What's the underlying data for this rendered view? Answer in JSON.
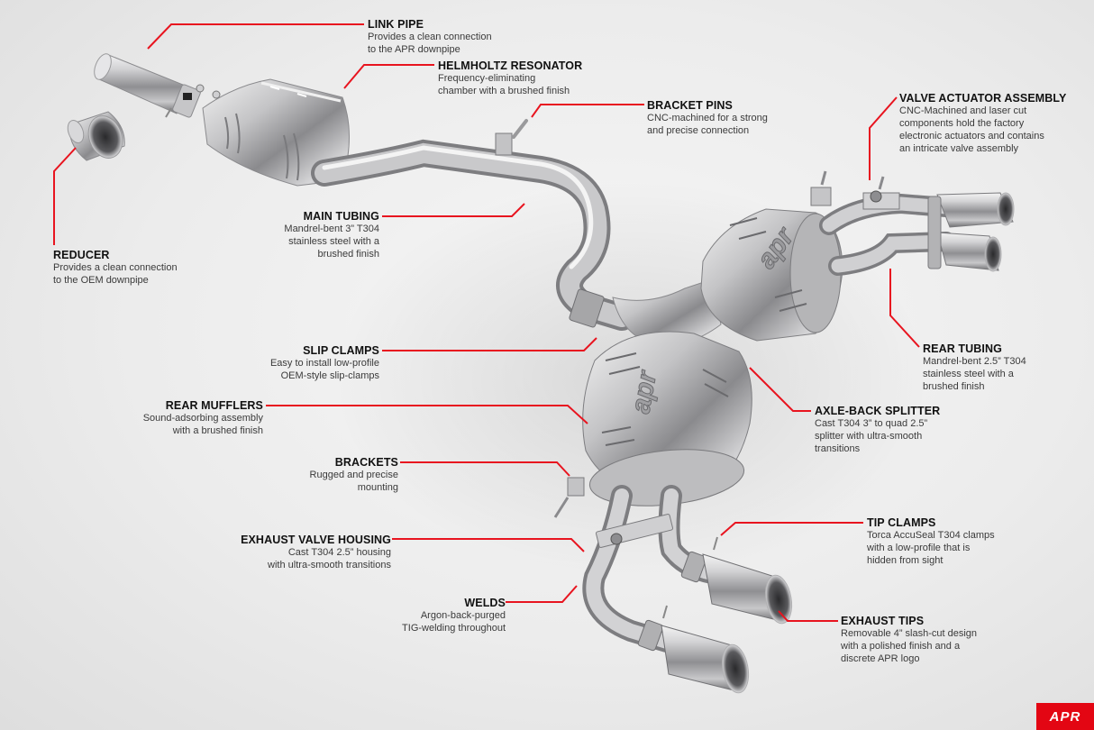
{
  "diagram": {
    "subject": "APR cat-back exhaust system exploded component diagram",
    "accent_color": "#e8141f",
    "metal_color": "#b9b9bb",
    "background_color": "#ececec"
  },
  "callouts": [
    {
      "id": "link-pipe",
      "title": "LINK PIPE",
      "lines": [
        "Provides a clean connection",
        "to the APR downpipe"
      ]
    },
    {
      "id": "helmholtz-resonator",
      "title": "HELMHOLTZ RESONATOR",
      "lines": [
        "Frequency-eliminating",
        "chamber with a brushed finish"
      ]
    },
    {
      "id": "bracket-pins",
      "title": "BRACKET PINS",
      "lines": [
        "CNC-machined for a strong",
        "and precise connection"
      ]
    },
    {
      "id": "valve-actuator-assembly",
      "title": "VALVE ACTUATOR ASSEMBLY",
      "lines": [
        "CNC-Machined and laser cut",
        "components hold the factory",
        "electronic actuators and contains",
        "an intricate valve assembly"
      ]
    },
    {
      "id": "reducer",
      "title": "REDUCER",
      "lines": [
        "Provides a clean connection",
        "to the OEM downpipe"
      ]
    },
    {
      "id": "main-tubing",
      "title": "MAIN TUBING",
      "lines": [
        "Mandrel-bent 3” T304",
        "stainless steel with a",
        "brushed finish"
      ]
    },
    {
      "id": "slip-clamps",
      "title": "SLIP CLAMPS",
      "lines": [
        "Easy to install low-profile",
        "OEM-style slip-clamps"
      ]
    },
    {
      "id": "rear-tubing",
      "title": "REAR TUBING",
      "lines": [
        "Mandrel-bent 2.5” T304",
        "stainless steel with a",
        "brushed finish"
      ]
    },
    {
      "id": "rear-mufflers",
      "title": "REAR MUFFLERS",
      "lines": [
        "Sound-adsorbing assembly",
        "with a brushed finish"
      ]
    },
    {
      "id": "axle-back-splitter",
      "title": "AXLE-BACK SPLITTER",
      "lines": [
        "Cast T304 3” to quad 2.5”",
        "splitter with ultra-smooth",
        "transitions"
      ]
    },
    {
      "id": "brackets",
      "title": "BRACKETS",
      "lines": [
        "Rugged and precise",
        "mounting"
      ]
    },
    {
      "id": "tip-clamps",
      "title": "TIP CLAMPS",
      "lines": [
        "Torca AccuSeal T304 clamps",
        "with a low-profile that is",
        "hidden from sight"
      ]
    },
    {
      "id": "exhaust-valve-housing",
      "title": "EXHAUST VALVE HOUSING",
      "lines": [
        "Cast T304 2.5” housing",
        "with ultra-smooth transitions"
      ]
    },
    {
      "id": "welds",
      "title": "WELDS",
      "lines": [
        "Argon-back-purged",
        "TIG-welding throughout"
      ]
    },
    {
      "id": "exhaust-tips",
      "title": "EXHAUST TIPS",
      "lines": [
        "Removable 4” slash-cut design",
        "with a polished finish and a",
        "discrete APR logo"
      ]
    }
  ],
  "brand": {
    "logo_text": "APR",
    "logo_color": "#e30613",
    "embossed_text": "apr"
  }
}
